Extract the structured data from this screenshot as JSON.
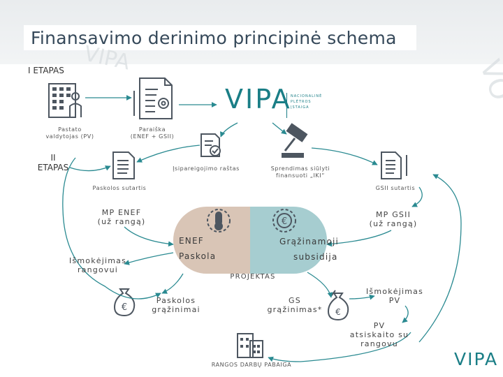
{
  "title": "Finansavimo derinimo principinė schema",
  "stage1": "I ETAPAS",
  "stage2": "II ETAPAS",
  "brand": {
    "name": "VIPA",
    "subtitle": [
      "NACIONALINĖ",
      "PLĖTROS",
      "ĮSTAIGA"
    ]
  },
  "nodes": {
    "owner": [
      "Pastato",
      "valdytojas (PV)"
    ],
    "application": [
      "Paraiška",
      "(ENEF + GSII)"
    ],
    "commitment_letter": "Įsipareigojimo raštas",
    "decision": [
      "Sprendimas siūlyti",
      "finansuoti „IKI“"
    ],
    "loan_contract": "Paskolos sutartis",
    "gsii_contract": "GSII sutartis",
    "mp_enef": [
      "MP ENEF",
      "(už rangą)"
    ],
    "mp_gsii": [
      "MP GSII",
      "(už rangą)"
    ],
    "payment_contractor": [
      "Išmokėjimas",
      "rangovui"
    ],
    "payment_pv": [
      "Išmokėjimas",
      "PV"
    ],
    "loan_repayment": [
      "Paskolos",
      "grąžinimai"
    ],
    "gs_repayment": [
      "GS",
      "grąžinimas*"
    ],
    "pv_settles": [
      "PV",
      "atsiskaito su",
      "rangovu"
    ],
    "construction_end": "RANGOS DARBŲ PABAIGA"
  },
  "project": {
    "left_title": "ENEF",
    "left_sub": "Paskola",
    "right_title": "Grąžinamoji",
    "right_sub": "subsidija",
    "label": "PROJEKTAS"
  },
  "colors": {
    "title_text": "#36495a",
    "icon": "#4d5660",
    "arrow": "#2a8a91",
    "left_half": "#d9c5b6",
    "right_half": "#a6cdd0",
    "brand": "#1a7e86"
  }
}
